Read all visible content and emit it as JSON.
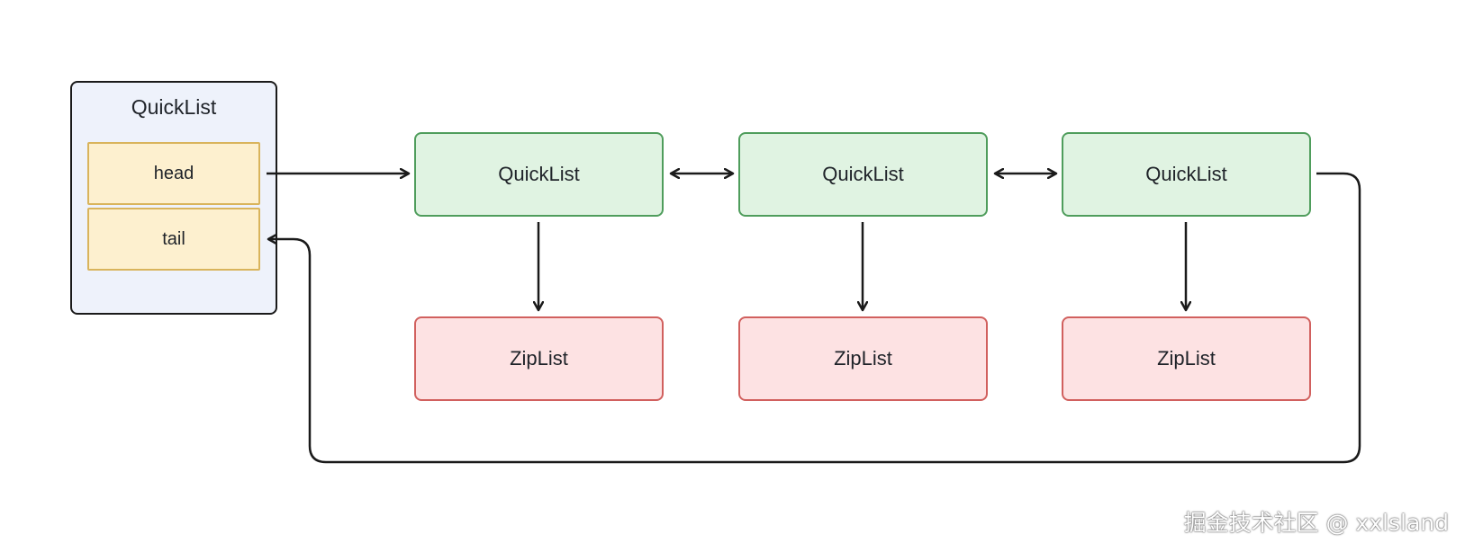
{
  "quicklist_header": {
    "title": "QuickList",
    "head_label": "head",
    "tail_label": "tail"
  },
  "nodes": [
    {
      "label": "QuickList",
      "child_label": "ZipList"
    },
    {
      "label": "QuickList",
      "child_label": "ZipList"
    },
    {
      "label": "QuickList",
      "child_label": "ZipList"
    }
  ],
  "watermark": "掘金技术社区 @ xxlsland",
  "colors": {
    "header_fill": "#eef2fb",
    "field_fill": "#fdf0cf",
    "field_border": "#d9b45c",
    "node_fill": "#e0f3e2",
    "node_border": "#4f9d5c",
    "zip_fill": "#fde2e3",
    "zip_border": "#d1605e",
    "arrow": "#1a1a1a"
  }
}
